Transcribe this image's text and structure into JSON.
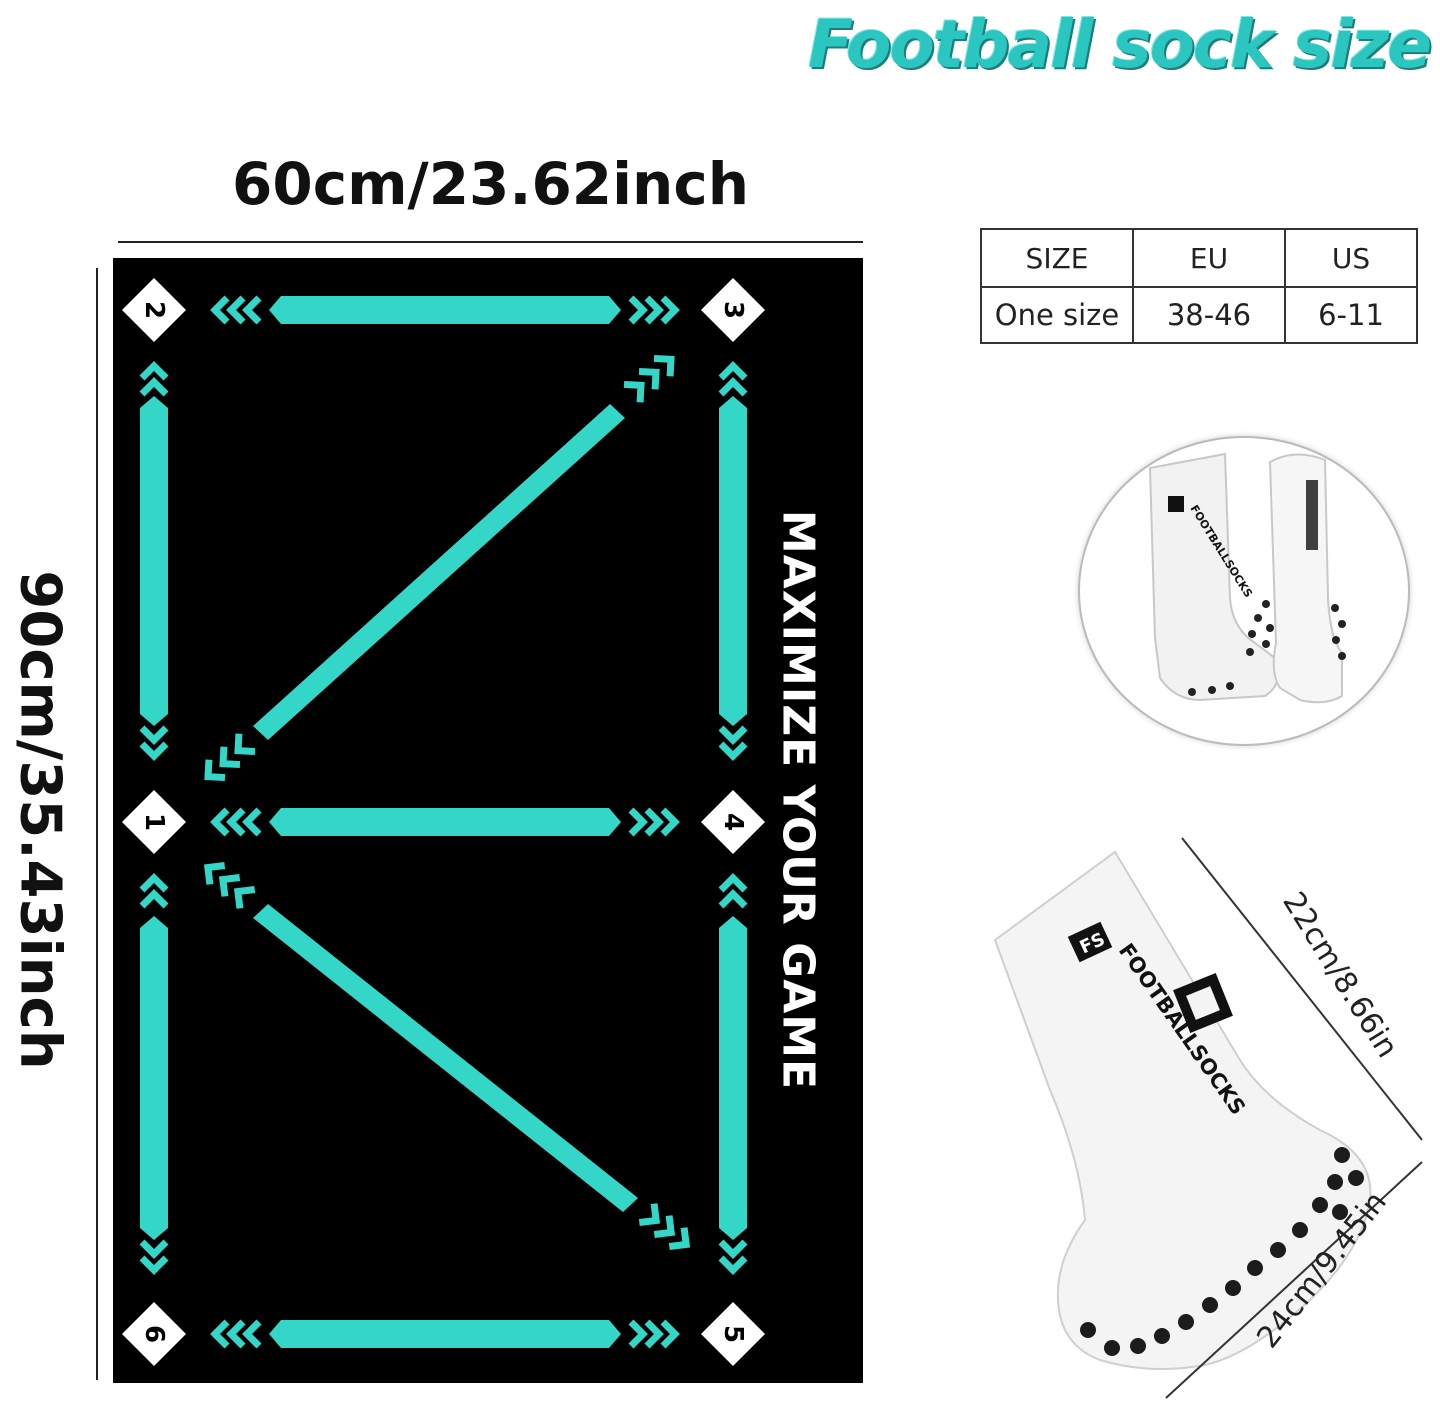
{
  "title": "Football sock size",
  "mat": {
    "width_label": "60cm/23.62inch",
    "height_label": "90cm/35.43inch",
    "slogan": "MAXIMIZE YOUR GAME",
    "markers": [
      "1",
      "2",
      "3",
      "4",
      "5",
      "6"
    ],
    "accent_color": "#34d6c8",
    "background_color": "#000000"
  },
  "size_table": {
    "headers": [
      "SIZE",
      "EU",
      "US"
    ],
    "rows": [
      [
        "One size",
        "38-46",
        "6-11"
      ]
    ]
  },
  "sock": {
    "logo_text": "FOOTBALLSOCKS",
    "logo_mark": "FS",
    "leg_length": "22cm/8.66in",
    "foot_length": "24cm/9.45in"
  }
}
